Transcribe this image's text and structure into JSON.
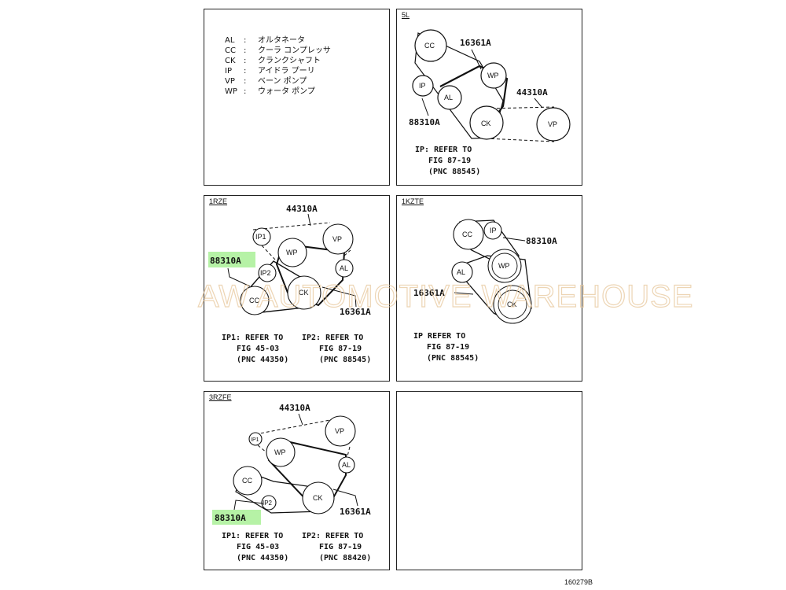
{
  "legend": [
    {
      "code": "AL",
      "sep": ":",
      "name": "オルタネータ"
    },
    {
      "code": "CC",
      "sep": ":",
      "name": "クーラ コンプレッサ"
    },
    {
      "code": "CK",
      "sep": ":",
      "name": "クランクシャフト"
    },
    {
      "code": "IP",
      "sep": ":",
      "name": "アイドラ プーリ"
    },
    {
      "code": "VP",
      "sep": ":",
      "name": "ベーン ポンプ"
    },
    {
      "code": "WP",
      "sep": ":",
      "name": "ウォータ ポンプ"
    }
  ],
  "panels": {
    "p5l": {
      "tag": "5L",
      "pulleys": {
        "cc": "CC",
        "wp": "WP",
        "ip": "IP",
        "al": "AL",
        "ck": "CK",
        "vp": "VP"
      },
      "parts": {
        "a": "16361A",
        "b": "44310A",
        "c": "88310A"
      },
      "notes": [
        "IP: REFER TO",
        "FIG 87-19",
        "(PNC 88545)"
      ]
    },
    "p1rze": {
      "tag": "1RZE",
      "pulleys": {
        "ip1": "IP1",
        "vp": "VP",
        "wp": "WP",
        "ip2": "IP2",
        "al": "AL",
        "ck": "CK",
        "cc": "CC"
      },
      "parts": {
        "a": "44310A",
        "b": "88310A",
        "c": "16361A"
      },
      "notes1": [
        "IP1: REFER TO",
        "FIG 45-03",
        "(PNC 44350)"
      ],
      "notes2": [
        "IP2: REFER TO",
        "FIG 87-19",
        "(PNC 88545)"
      ]
    },
    "p1kzte": {
      "tag": "1KZTE",
      "pulleys": {
        "cc": "CC",
        "ip": "IP",
        "wp": "WP",
        "al": "AL",
        "ck": "CK"
      },
      "parts": {
        "a": "88310A",
        "b": "16361A"
      },
      "notes": [
        "IP REFER TO",
        "FIG 87-19",
        "(PNC 88545)"
      ]
    },
    "p3rzfe": {
      "tag": "3RZFE",
      "pulleys": {
        "ip1": "IP1",
        "vp": "VP",
        "wp": "WP",
        "al": "AL",
        "cc": "CC",
        "ip2": "IP2",
        "ck": "CK"
      },
      "parts": {
        "a": "44310A",
        "b": "88310A",
        "c": "16361A"
      },
      "notes1": [
        "IP1: REFER TO",
        "FIG 45-03",
        "(PNC 44350)"
      ],
      "notes2": [
        "IP2: REFER TO",
        "FIG 87-19",
        "(PNC 88420)"
      ]
    }
  },
  "watermark": "AW AUTOMOTIVE WAREHOUSE",
  "figure_number": "160279B"
}
